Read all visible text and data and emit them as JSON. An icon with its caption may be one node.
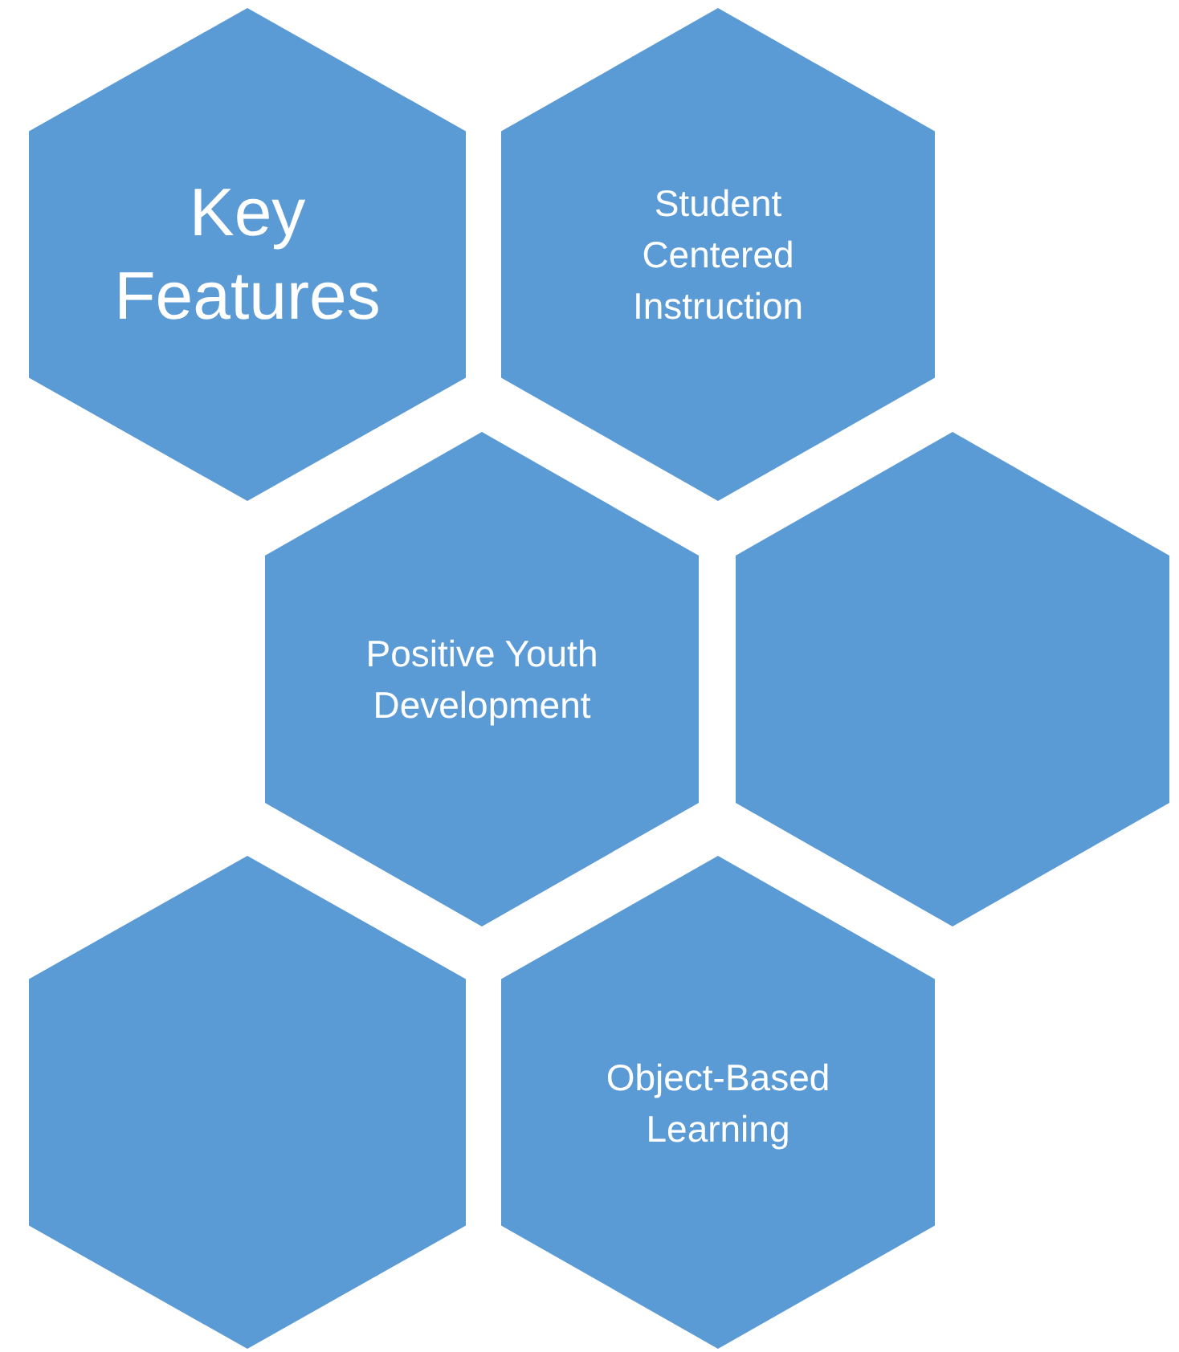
{
  "diagram": {
    "nodes": [
      {
        "text": [
          "Key Features"
        ]
      },
      {
        "text": [
          "Student Centered Instruction"
        ]
      },
      {
        "text": [
          "Positive Youth Development"
        ]
      },
      {
        "text": [],
        "shape": "hexagon"
      },
      {
        "text": [],
        "shape": "hexagon"
      },
      {
        "text": [
          "Object-Based Learning"
        ]
      }
    ],
    "edges": []
  }
}
